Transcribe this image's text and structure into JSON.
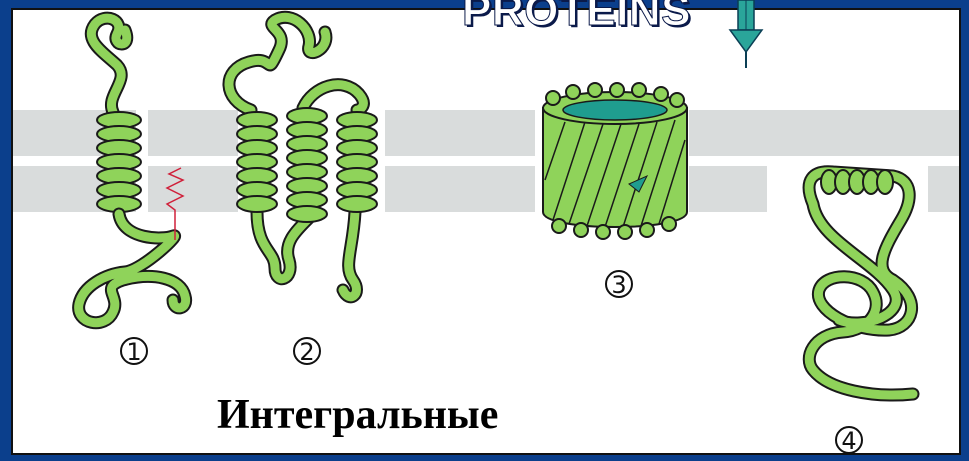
{
  "title": "PROTEINS",
  "caption": "Интегральные",
  "labels": {
    "n1": "1",
    "n2": "2",
    "n3": "3",
    "n4": "4"
  },
  "colors": {
    "background": "#0b3f8c",
    "membrane": "#d9dcdc",
    "protein": "#8fd35a",
    "outline": "#1a1a1a",
    "linker": "#d0203a",
    "channel_inner": "#1f9d8f"
  }
}
